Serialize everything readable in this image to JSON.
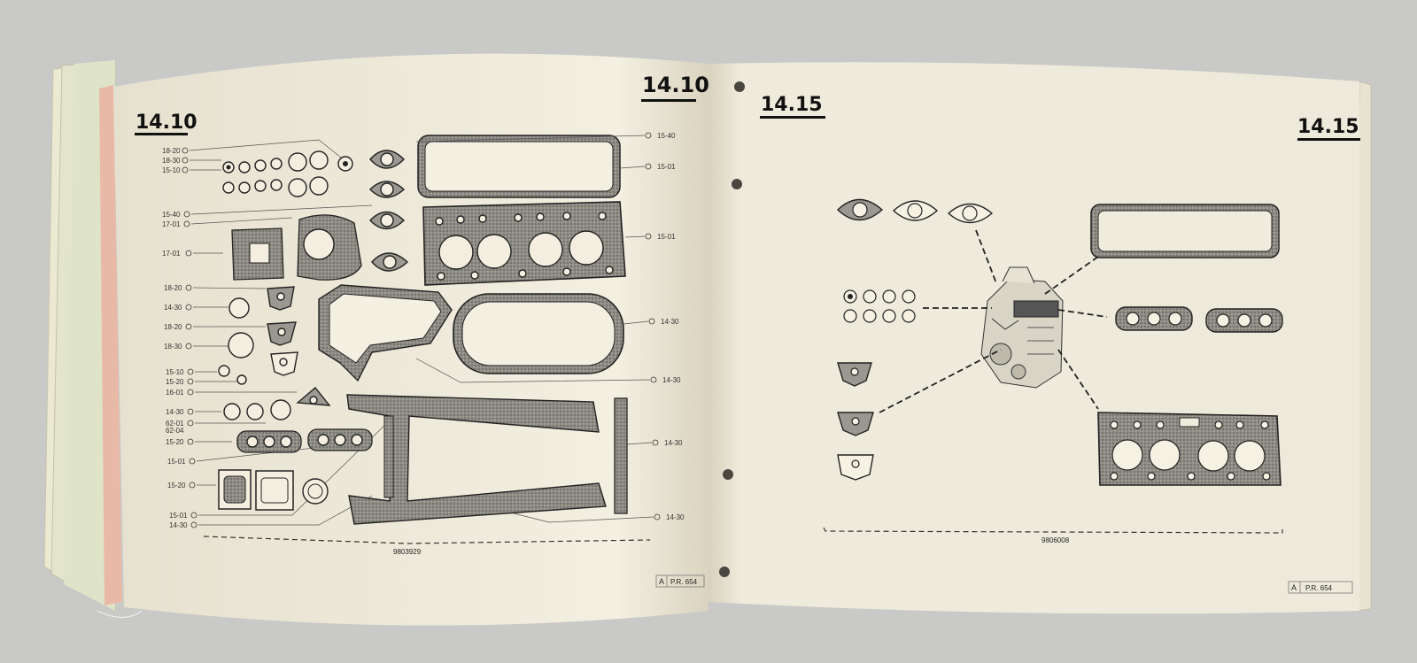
{
  "left_page": {
    "section_top_left": "14.10",
    "section_top_right": "14.10",
    "drawing_number": "9803929",
    "footer": {
      "box": "A",
      "text": "P.R. 654"
    },
    "refs_left": [
      "18-20",
      "18-30",
      "15-10",
      "15-40",
      "17-01",
      "17-01",
      "18-20",
      "14-30",
      "18-20",
      "18-30",
      "15-10",
      "15-20",
      "16-01",
      "14-30",
      "62-01",
      "62-04",
      "15-20",
      "15-01",
      "15-20",
      "15-01",
      "14-30"
    ],
    "refs_right": [
      "15-40",
      "15-01",
      "15-01",
      "14-30",
      "14-30",
      "14-30",
      "14-30"
    ]
  },
  "right_page": {
    "section_top_left": "14.15",
    "section_top_right": "14.15",
    "drawing_number": "9806008",
    "footer": {
      "box": "A",
      "text": "P.R. 654"
    }
  },
  "colors": {
    "paper": "#f3efe1",
    "paper_right": "#f0ecdd",
    "background": "#c9c9c7",
    "spine_pink": "#e9b9a8"
  }
}
